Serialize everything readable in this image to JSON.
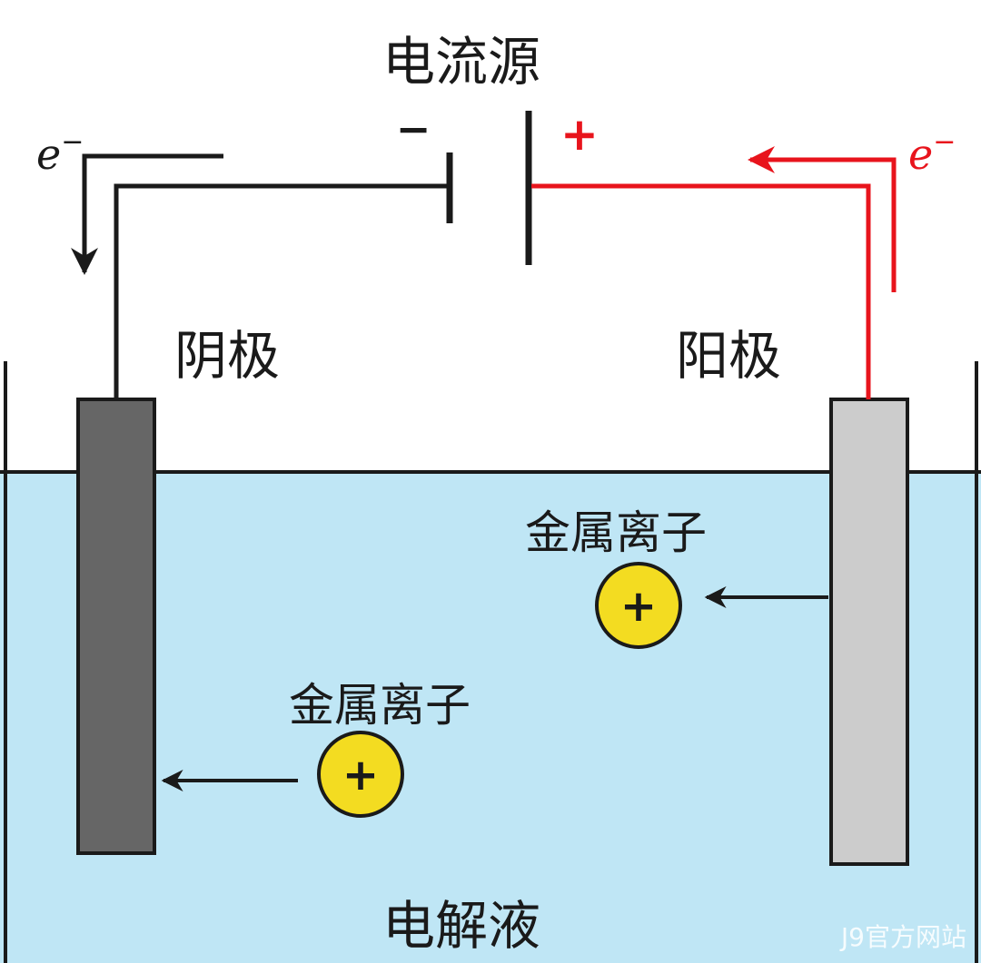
{
  "labels": {
    "power_source": "电流源",
    "cathode": "阴极",
    "anode": "阳极",
    "electrolyte": "电解液",
    "metal_ion_right": "金属离子",
    "metal_ion_left": "金属离子"
  },
  "electron": {
    "symbol": "e",
    "charge": "−"
  },
  "battery": {
    "negative_sign": "−",
    "positive_sign": "+"
  },
  "ion_symbol": "+",
  "watermark": "J9官方网站",
  "colors": {
    "wire": "#1a1a1a",
    "anode_wire": "#e8141c",
    "electrolyte": "#bfe6f5",
    "cathode_plate": "#666666",
    "anode_plate": "#cccccc",
    "ion_fill": "#f3dc21"
  }
}
